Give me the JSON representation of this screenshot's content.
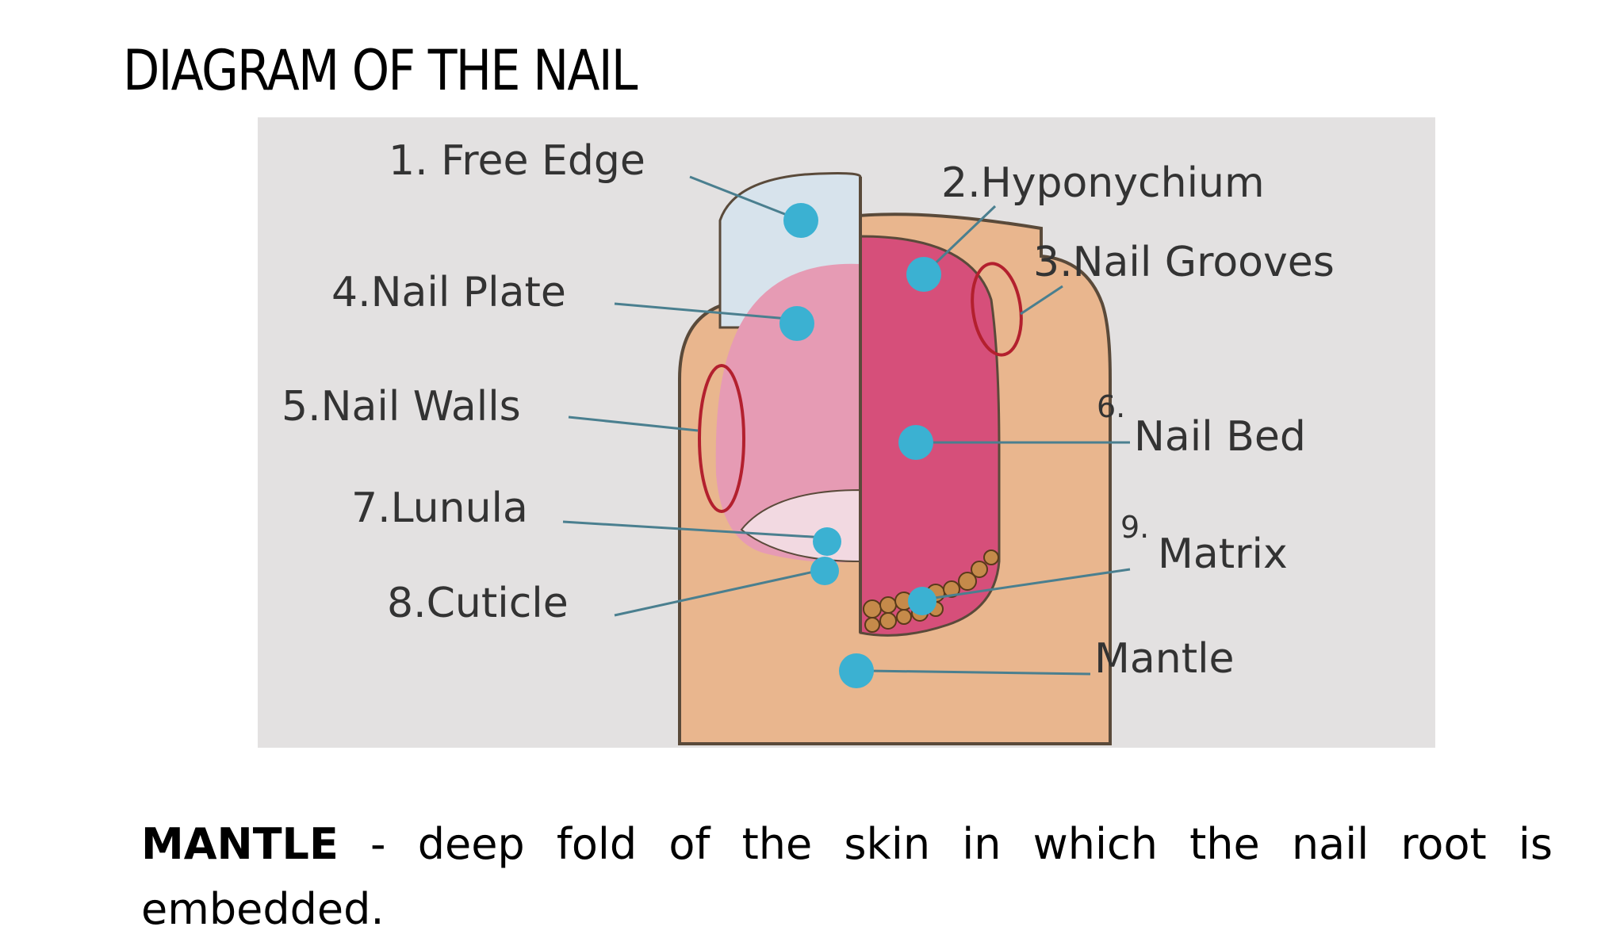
{
  "title": "DIAGRAM OF THE NAIL",
  "diagram": {
    "labels": {
      "free_edge": "1. Free Edge",
      "hyponychium": "2.Hyponychium",
      "nail_grooves": "3.Nail Grooves",
      "nail_plate": "4.Nail Plate",
      "nail_walls": "5.Nail Walls",
      "nail_bed_num": "6.",
      "nail_bed": "Nail Bed",
      "lunula": "7.Lunula",
      "cuticle": "8.Cuticle",
      "matrix_num": "9.",
      "matrix": "Matrix",
      "mantle": "Mantle"
    },
    "colors": {
      "panel": "#e3e1e1",
      "skin": "#e9b68e",
      "nail_plate_tint": "#e69bb4",
      "nail_bed": "#d64f7a",
      "free_edge": "#d7e3ec",
      "marker": "#3bb1d2",
      "groove_outline": "#b3202e"
    }
  },
  "caption": {
    "term": "MANTLE",
    "definition": " - deep fold of the skin in which the nail root is embedded."
  }
}
